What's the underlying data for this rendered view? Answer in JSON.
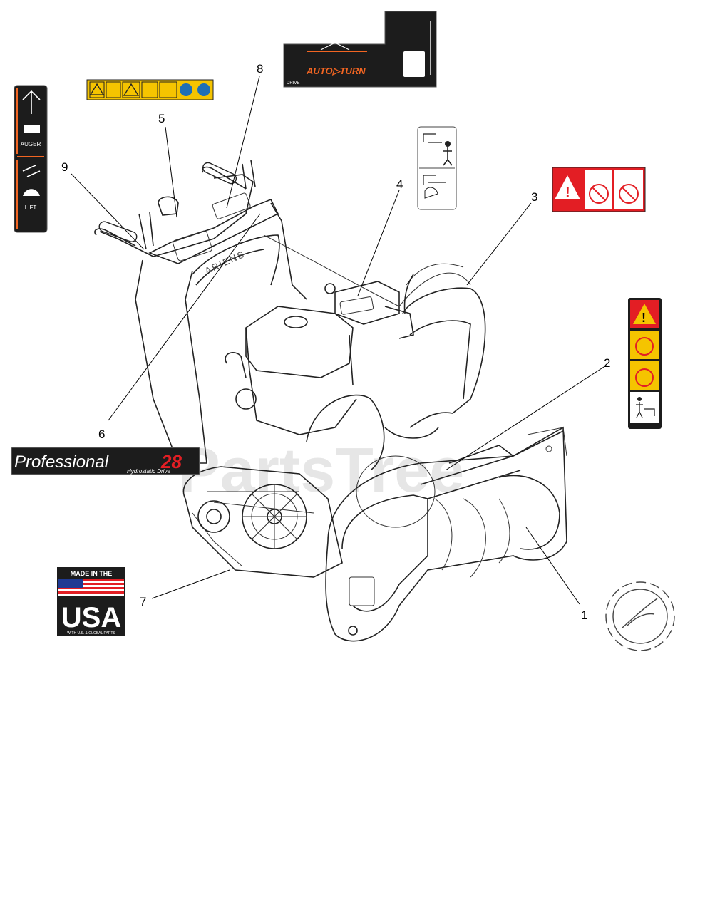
{
  "callouts": {
    "c1": "1",
    "c2": "2",
    "c3": "3",
    "c4": "4",
    "c5": "5",
    "c6": "6",
    "c7": "7",
    "c8": "8",
    "c9": "9"
  },
  "decals": {
    "auger_label": "AUGER",
    "lift_label": "LIFT",
    "autoturn": "AUTO▷TURN",
    "drive_label": "DRIVE",
    "professional": "Professional",
    "model_number": "28",
    "hydrostatic": "Hydrostatic Drive",
    "made_in_the": "MADE IN THE",
    "usa": "USA",
    "global_parts": "WITH U.S. & GLOBAL PARTS",
    "brand": "ARIENS"
  },
  "watermark": "PartsTree",
  "colors": {
    "warning_red": "#e31e24",
    "warning_yellow": "#f5c400",
    "decal_dark": "#1c1c1c",
    "accent_orange": "#f26522",
    "usa_blue": "#1f3a93",
    "watermark_gray": "#d9d9d9"
  }
}
